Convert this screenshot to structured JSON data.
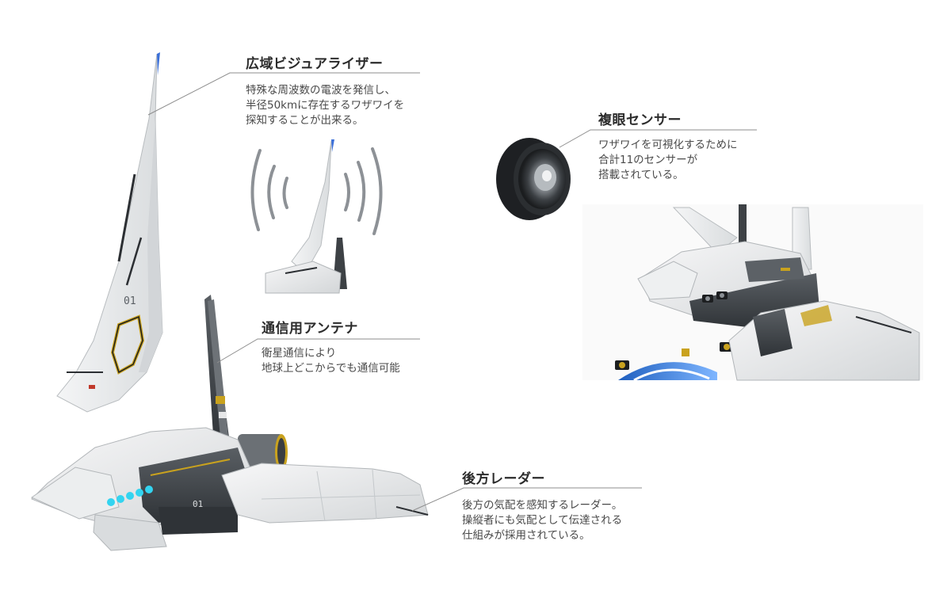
{
  "callouts": {
    "visualizer": {
      "title": "広域ビジュアライザー",
      "description": "特殊な周波数の電波を発信し、\n半径50kmに存在するワザワイを\n探知することが出来る。"
    },
    "compound_eye": {
      "title": "複眼センサー",
      "description": "ワザワイを可視化するために\n合計11のセンサーが\n搭載されている。"
    },
    "antenna": {
      "title": "通信用アンテナ",
      "description": "衛星通信により\n地球上どこからでも通信可能"
    },
    "rear_radar": {
      "title": "後方レーダー",
      "description": "後方の気配を感知するレーダー。\n操縦者にも気配として伝達される\n仕組みが採用されている。"
    }
  },
  "markings": {
    "fin_number": "01",
    "body_number": "01"
  },
  "colors": {
    "armor": "#e9eaeb",
    "armor_shade": "#cfd2d4",
    "dark_frame": "#3d4145",
    "accent_yellow": "#c9a21e",
    "sensor_cyan": "#33d4f0",
    "accent_blue": "#3a6fd8"
  }
}
